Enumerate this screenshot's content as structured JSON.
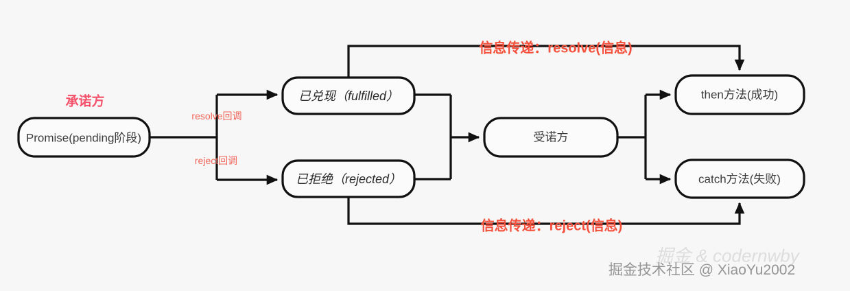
{
  "diagram": {
    "title": "Promise flow diagram",
    "background_color": "#f7f7f7",
    "stroke_color": "#111111",
    "node_fill": "#fbfbfb",
    "accent_red": "#f4503c",
    "accent_pink": "#f4526b",
    "callback_red": "#f1665a",
    "nodes": [
      {
        "id": "promise",
        "label": "Promise(pending阶段)"
      },
      {
        "id": "fulfilled",
        "label": "已兑现（fulfilled）"
      },
      {
        "id": "rejected",
        "label": "已拒绝（rejected）"
      },
      {
        "id": "receiver",
        "label": "受诺方"
      },
      {
        "id": "then",
        "label": "then方法(成功)"
      },
      {
        "id": "catch",
        "label": "catch方法(失败)"
      }
    ],
    "edge_labels": [
      {
        "id": "resolve-callback",
        "label": "resolve回调"
      },
      {
        "id": "reject-callback",
        "label": "reject回调"
      },
      {
        "id": "resolve-transfer",
        "label": "信息传递：resolve(信息)"
      },
      {
        "id": "reject-transfer",
        "label": "信息传递：reject(信息)"
      }
    ],
    "annotations": [
      {
        "id": "promisor",
        "label": "承诺方"
      }
    ],
    "watermark": {
      "main": "掘金技术社区 @ XiaoYu2002",
      "faint": "掘金 & codernwby"
    }
  }
}
